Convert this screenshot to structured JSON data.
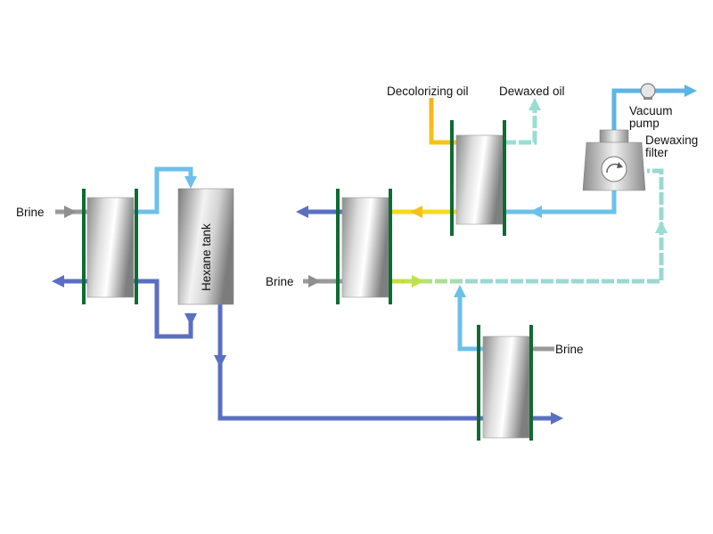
{
  "labels": {
    "brine_left": "Brine",
    "brine_middle": "Brine",
    "brine_bottom": "Brine",
    "hexane_tank": "Hexane tank",
    "decolorizing_oil": "Decolorizing oil",
    "dewaxed_oil": "Dewaxed oil",
    "vacuum_pump_line1": "Vacuum",
    "vacuum_pump_line2": "pump",
    "dewaxing_filter_line1": "Dewaxing",
    "dewaxing_filter_line2": "filter"
  },
  "colors": {
    "hexane_cold": "#5566bb",
    "hexane_light": "#66bbe6",
    "decolorizing_oil": "#f2c21a",
    "dewaxed_oil": "#99ddd2",
    "brine": "#9a9a9a",
    "plate": "#0f6b32"
  }
}
